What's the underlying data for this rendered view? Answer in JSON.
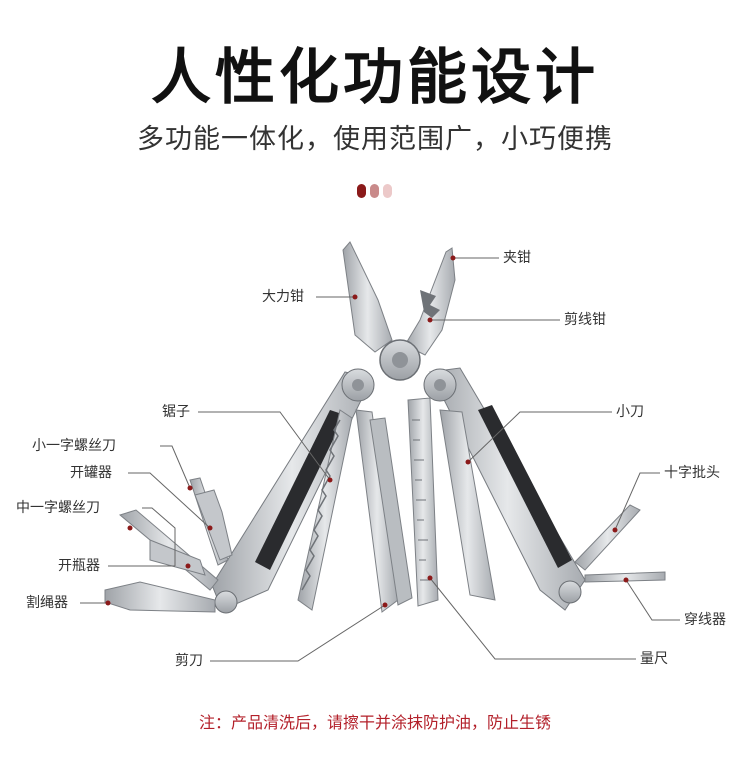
{
  "header": {
    "title": "人性化功能设计",
    "subtitle": "多功能一体化，使用范围广，小巧便携"
  },
  "colors": {
    "accent": "#8b1a1a",
    "dot_1": "#8b1a1a",
    "dot_2": "#c98a8a",
    "dot_3": "#ecc9c9",
    "note": "#b3202a",
    "metal": "#c8cbcf",
    "metal_dark": "#8d9196",
    "handle_black": "#2a2b2e"
  },
  "labels": {
    "jia_qian": "夹钳",
    "da_li_qian": "大力钳",
    "jian_xian_qian": "剪线钳",
    "ju_zi": "锯子",
    "xiao_dao": "小刀",
    "xiao_yi_zi": "小一字螺丝刀",
    "kai_guan_qi": "开罐器",
    "shi_zi_pi_tou": "十字批头",
    "zhong_yi_zi": "中一字螺丝刀",
    "kai_ping_qi": "开瓶器",
    "ge_sheng_qi": "割绳器",
    "chuan_xian_qi": "穿线器",
    "jian_dao": "剪刀",
    "liang_chi": "量尺"
  },
  "footer": {
    "note": "注：产品清洗后，请擦干并涂抹防护油，防止生锈"
  }
}
